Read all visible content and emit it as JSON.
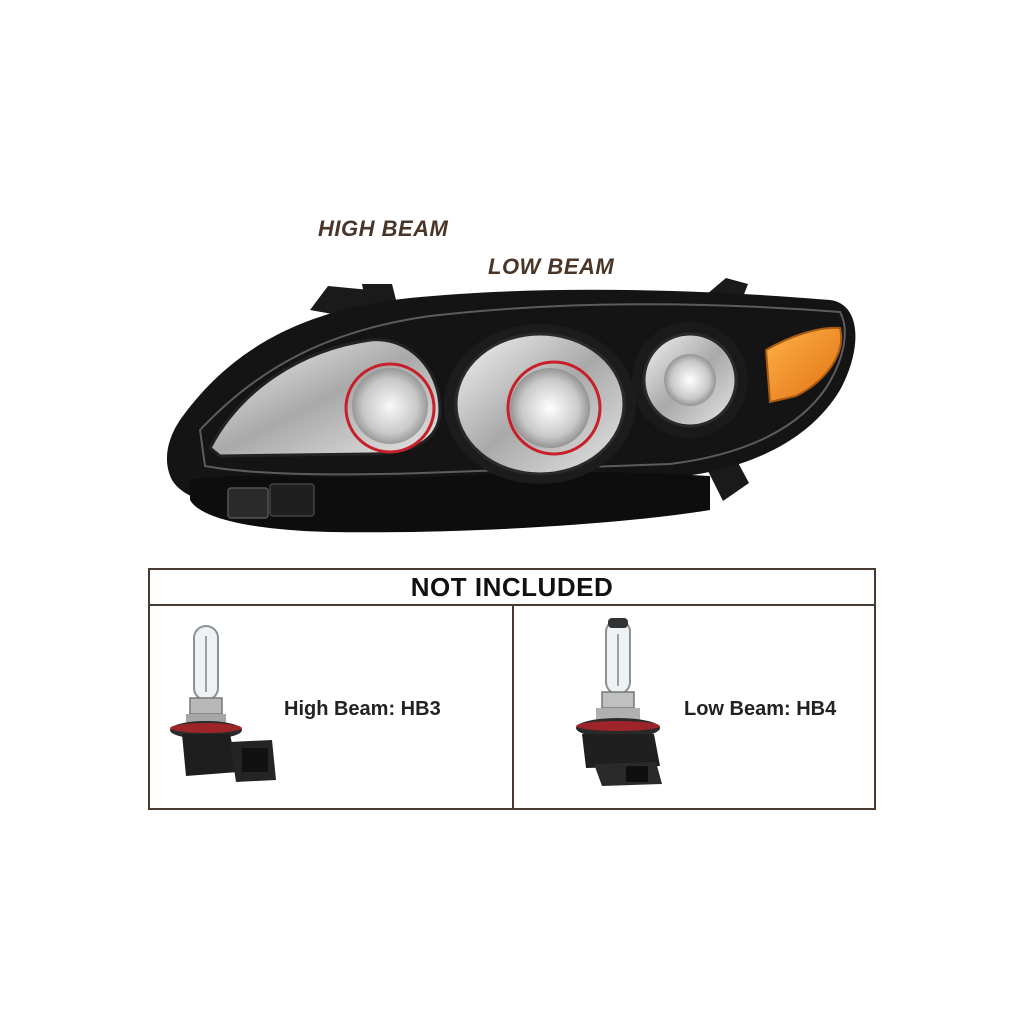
{
  "callouts": {
    "high_beam": "HIGH BEAM",
    "low_beam": "LOW BEAM"
  },
  "not_included": {
    "title": "NOT INCLUDED",
    "bulbs": [
      {
        "label": "High Beam: HB3",
        "icon": "hb3-bulb-icon"
      },
      {
        "label": "Low Beam: HB4",
        "icon": "hb4-bulb-icon"
      }
    ]
  },
  "colors": {
    "callout_text": "#4a3628",
    "highlight_circle": "#c8202a",
    "amber_reflector": "#f08a1c",
    "housing": "#141414",
    "border": "#4a3a30"
  }
}
